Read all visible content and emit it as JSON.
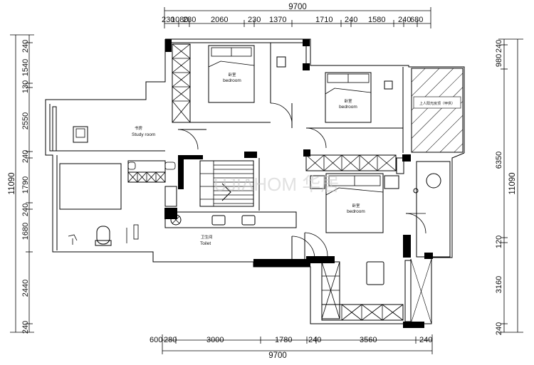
{
  "plan": {
    "top_total": "9700",
    "top_dims": [
      "230",
      "1080",
      "280",
      "2060",
      "230",
      "1370",
      "1710",
      "240",
      "1580",
      "240",
      "680"
    ],
    "bottom_total": "9700",
    "bottom_dims": [
      "600",
      "280",
      "3000",
      "1780",
      "240",
      "3560",
      "240"
    ],
    "left_total": "11090",
    "left_dims": [
      "240",
      "1540",
      "130",
      "2550",
      "240",
      "1790",
      "240",
      "1680",
      "2440",
      "240"
    ],
    "right_total": "11090",
    "right_dims": [
      "240",
      "980",
      "6350",
      "120",
      "3160",
      "240"
    ],
    "rooms": {
      "master_cn": "卧室",
      "master_en": "bedroom",
      "bed2_cn": "卧室",
      "bed2_en": "bedroom",
      "bed3_cn": "卧室",
      "bed3_en": "bedroom",
      "study_cn": "书房",
      "study_en": "Study room",
      "toilet_cn": "卫生间",
      "toilet_en": "Toilet",
      "balcony_note": "上人阳光房顶（甲供）"
    },
    "watermark": "UJIAHOM 华居"
  }
}
